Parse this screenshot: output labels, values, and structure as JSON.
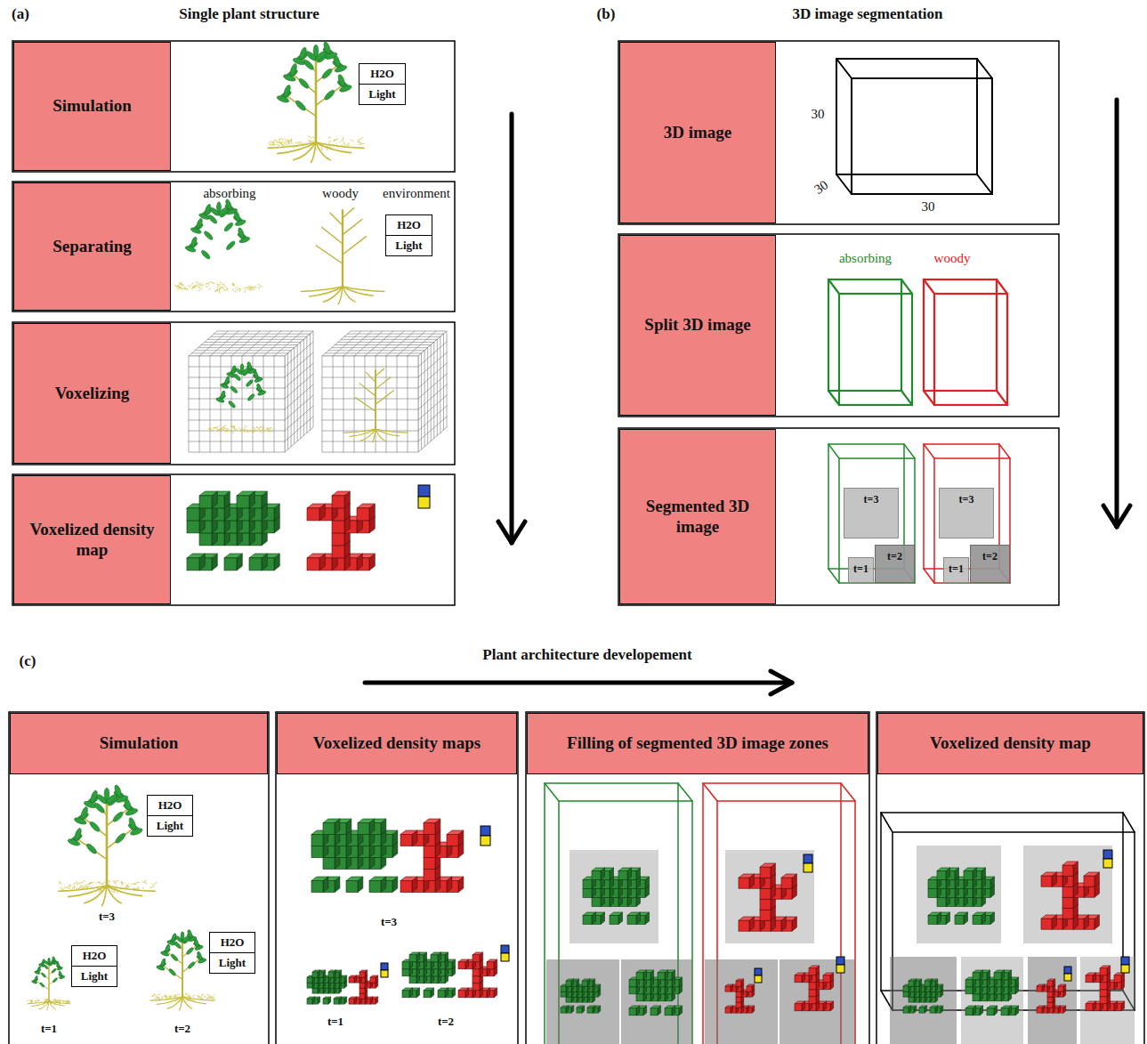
{
  "diagram": {
    "nodes": [
      {
        "text": [
          "Simulation"
        ]
      },
      {
        "text": [
          "H2O"
        ]
      },
      {
        "text": [
          "Light"
        ]
      },
      {
        "text": [
          "Separating"
        ]
      },
      {
        "text": [
          "H2O"
        ]
      },
      {
        "text": [
          "Light"
        ]
      },
      {
        "text": [
          "Voxelizing"
        ]
      },
      {
        "text": [
          "Voxelized density map"
        ]
      },
      {
        "text": [
          "3D image"
        ]
      },
      {
        "text": [
          "Split 3D image"
        ]
      },
      {
        "text": [
          "Segmented 3D image"
        ]
      },
      {
        "text": [
          "t=3"
        ]
      },
      {
        "text": [
          "t=1"
        ]
      },
      {
        "text": [
          "t=2"
        ]
      },
      {
        "text": [
          "t=3"
        ]
      },
      {
        "text": [
          "t=1"
        ]
      },
      {
        "text": [
          "t=2"
        ]
      },
      {
        "text": [
          "Simulation"
        ]
      },
      {
        "text": [
          "H2O"
        ]
      },
      {
        "text": [
          "Light"
        ]
      },
      {
        "text": [
          "H2O"
        ]
      },
      {
        "text": [
          "Light"
        ]
      },
      {
        "text": [
          "H2O"
        ]
      },
      {
        "text": [
          "Light"
        ]
      },
      {
        "text": [
          "Voxelized density maps"
        ]
      },
      {
        "text": [
          "Filling of segmented 3D image zones"
        ]
      },
      {
        "text": [
          "Voxelized density map"
        ]
      }
    ],
    "labels": [
      "(a)",
      "Single plant structure",
      "absorbing",
      "woody",
      "environment",
      "(b)",
      "3D image segmentation",
      "30",
      "30",
      "30",
      "absorbing",
      "woody",
      "(c)",
      "Plant architecture developement",
      "t=3",
      "t=1",
      "t=2",
      "t=3",
      "t=1",
      "t=2"
    ]
  }
}
